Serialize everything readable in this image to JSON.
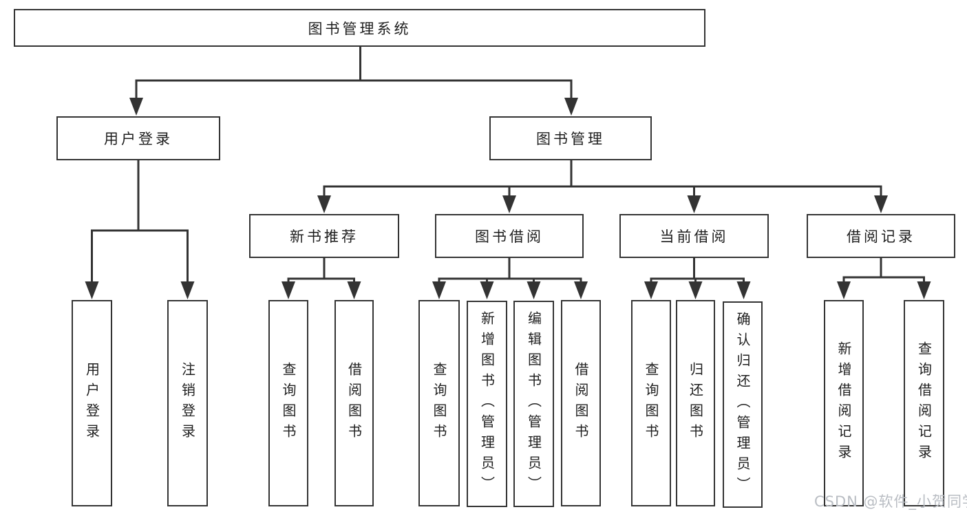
{
  "tree": {
    "root": {
      "label": "图书管理系统"
    },
    "user_login": {
      "label": "用户登录",
      "children": {
        "login": "用户登录",
        "logout": "注销登录"
      }
    },
    "book_management": {
      "label": "图书管理",
      "new_book_recommend": {
        "label": "新书推荐",
        "children": {
          "query_books": "查询图书",
          "borrow_books": "借阅图书"
        }
      },
      "book_borrowing": {
        "label": "图书借阅",
        "children": {
          "query_books": "查询图书",
          "add_books_admin": "新增图书（管理员）",
          "edit_books_admin": "编辑图书（管理员）",
          "borrow_books": "借阅图书"
        }
      },
      "current_borrowing": {
        "label": "当前借阅",
        "children": {
          "query_books": "查询图书",
          "return_books": "归还图书",
          "confirm_return_admin": "确认归还（管理员）"
        }
      },
      "borrowing_records": {
        "label": "借阅记录",
        "children": {
          "add_record": "新增借阅记录",
          "query_record": "查询借阅记录"
        }
      }
    }
  },
  "watermark": "CSDN @软件_小贺同学",
  "colors": {
    "line": "#333333",
    "box_border": "#333333",
    "box_fill": "#ffffff",
    "text": "#1e1e1e",
    "watermark": "#b9bdc3",
    "background": "#ffffff"
  }
}
